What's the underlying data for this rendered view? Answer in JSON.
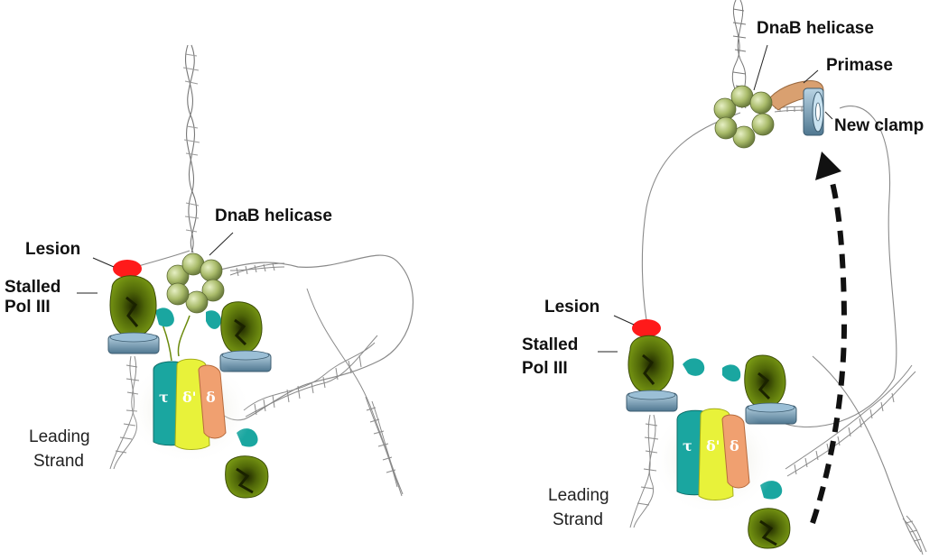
{
  "colors": {
    "pol_olive": "#6b8a0c",
    "pol_dark": "#2a3500",
    "helicase_green": "#a9bb6a",
    "lesion_red": "#ff1a1a",
    "clamp_blue": "#7aa3bd",
    "tau_teal": "#1aa6a0",
    "delta_prime_yellow": "#e8f23a",
    "delta_orange": "#f0a070",
    "primase_tan": "#d9a070",
    "dna_gray": "#8a8a8a"
  },
  "left_panel": {
    "labels": {
      "dnab_helicase": "DnaB helicase",
      "lesion": "Lesion",
      "stalled_pol_iii_line1": "Stalled",
      "stalled_pol_iii_line2": "Pol III",
      "leading_strand_line1": "Leading",
      "leading_strand_line2": "Strand"
    },
    "clamp_loader_subunits": [
      "τ",
      "δ'",
      "δ"
    ]
  },
  "right_panel": {
    "labels": {
      "dnab_helicase": "DnaB helicase",
      "primase": "Primase",
      "new_clamp": "New clamp",
      "lesion": "Lesion",
      "stalled_pol_iii_line1": "Stalled",
      "stalled_pol_iii_line2": "Pol III",
      "leading_strand_line1": "Leading",
      "leading_strand_line2": "Strand"
    },
    "clamp_loader_subunits": [
      "τ",
      "δ'",
      "δ"
    ]
  }
}
